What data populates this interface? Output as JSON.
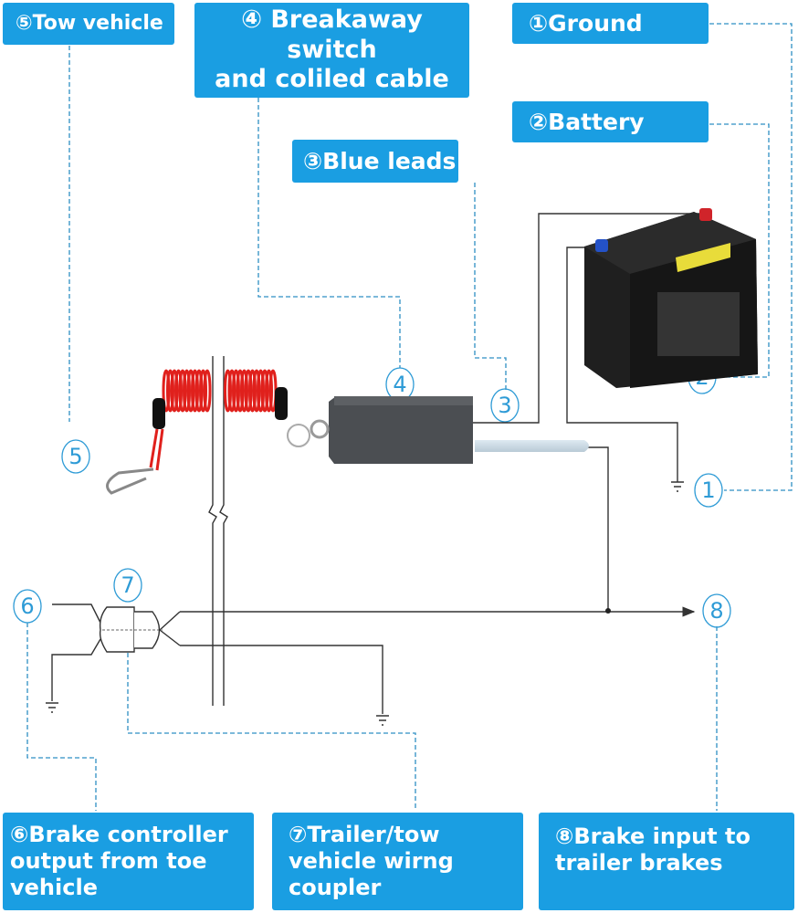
{
  "labels": {
    "tow_vehicle": "⑤Tow vehicle",
    "breakaway_line1": "④ Breakaway switch",
    "breakaway_line2": "and coliled cable",
    "ground": "①Ground",
    "battery": "②Battery",
    "blue_leads": "③Blue leads",
    "brake_controller": "⑥Brake controller\noutput from toe\nvehicle",
    "coupler": "⑦Trailer/tow\nvehicle wirng\ncoupler",
    "brake_input": "⑧Brake  input to\ntrailer brakes"
  },
  "markers": {
    "m1": "1",
    "m2": "2",
    "m3": "3",
    "m4": "4",
    "m5": "5",
    "m6": "6",
    "m7": "7",
    "m8": "8"
  },
  "colors": {
    "label_bg": "#1a9ee2",
    "leader": "#2e8fc4",
    "wire": "#333333",
    "coil": "#e0201c",
    "battery_body": "#1e1e1e",
    "switch_body": "#4a4d50"
  }
}
